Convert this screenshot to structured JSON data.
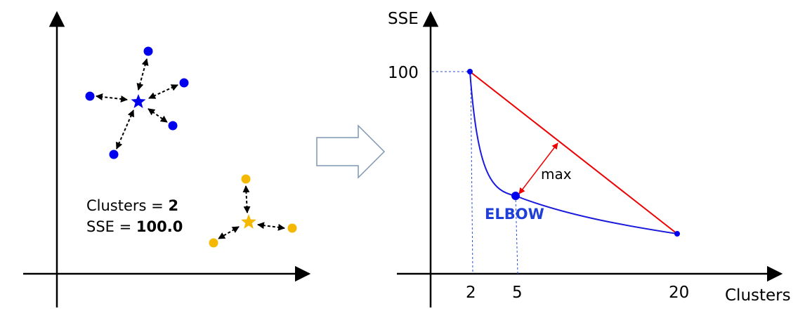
{
  "left_panel": {
    "clusters_label": "Clusters",
    "clusters_value": "2",
    "sse_label": "SSE",
    "sse_value": "100.0",
    "equals": "="
  },
  "right_panel": {
    "y_axis_label": "SSE",
    "x_axis_label": "Clusters",
    "y_tick": "100",
    "x_ticks": [
      "2",
      "5",
      "20"
    ],
    "max_label": "max",
    "elbow_label": "ELBOW"
  },
  "colors": {
    "blue": "#0000ee",
    "curve": "#1a1adc",
    "gold": "#f5b800",
    "red": "#ee0000",
    "elbow_text": "#1f3fd6",
    "arrow_fill": "#ffffff",
    "arrow_stroke": "#7f96b0"
  }
}
